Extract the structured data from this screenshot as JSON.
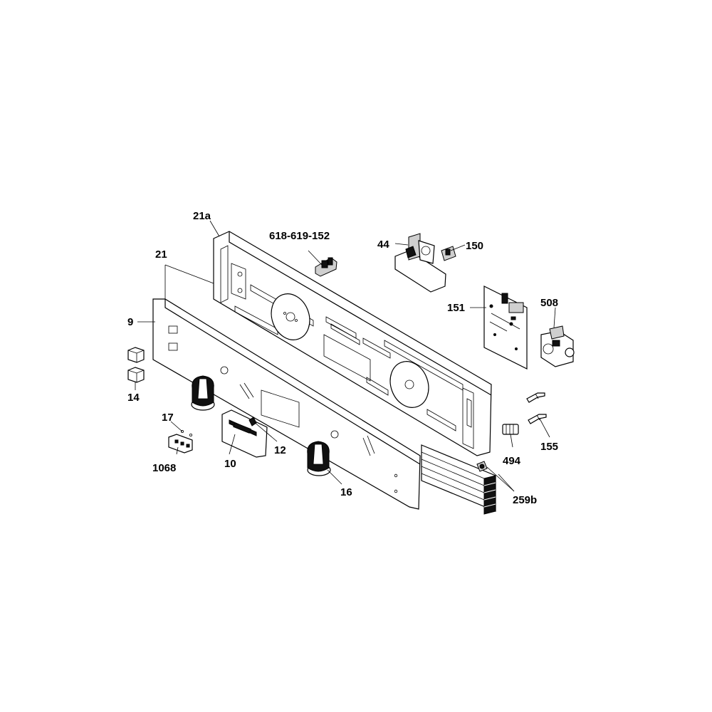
{
  "labels": {
    "l21a": "21a",
    "l618": "618-619-152",
    "l44": "44",
    "l150": "150",
    "l21": "21",
    "l151": "151",
    "l508": "508",
    "l9": "9",
    "l14": "14",
    "l17": "17",
    "l12": "12",
    "l1068": "1068",
    "l10": "10",
    "l16": "16",
    "l494": "494",
    "l155": "155",
    "l259b": "259b"
  }
}
